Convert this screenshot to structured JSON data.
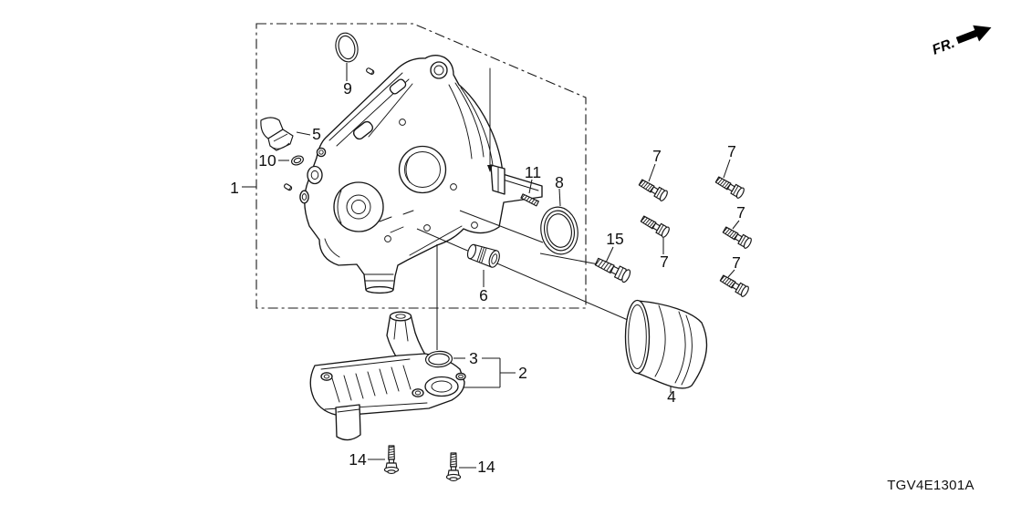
{
  "header": {
    "fr_label": "FR."
  },
  "footer": {
    "diagram_code": "TGV4E1301A"
  },
  "callouts": {
    "n1": "1",
    "n2": "2",
    "n3": "3",
    "n4": "4",
    "n5": "5",
    "n6": "6",
    "n7a": "7",
    "n7b": "7",
    "n7c": "7",
    "n7d": "7",
    "n7e": "7",
    "n8": "8",
    "n9": "9",
    "n10": "10",
    "n11": "11",
    "n14a": "14",
    "n14b": "14",
    "n15": "15"
  }
}
